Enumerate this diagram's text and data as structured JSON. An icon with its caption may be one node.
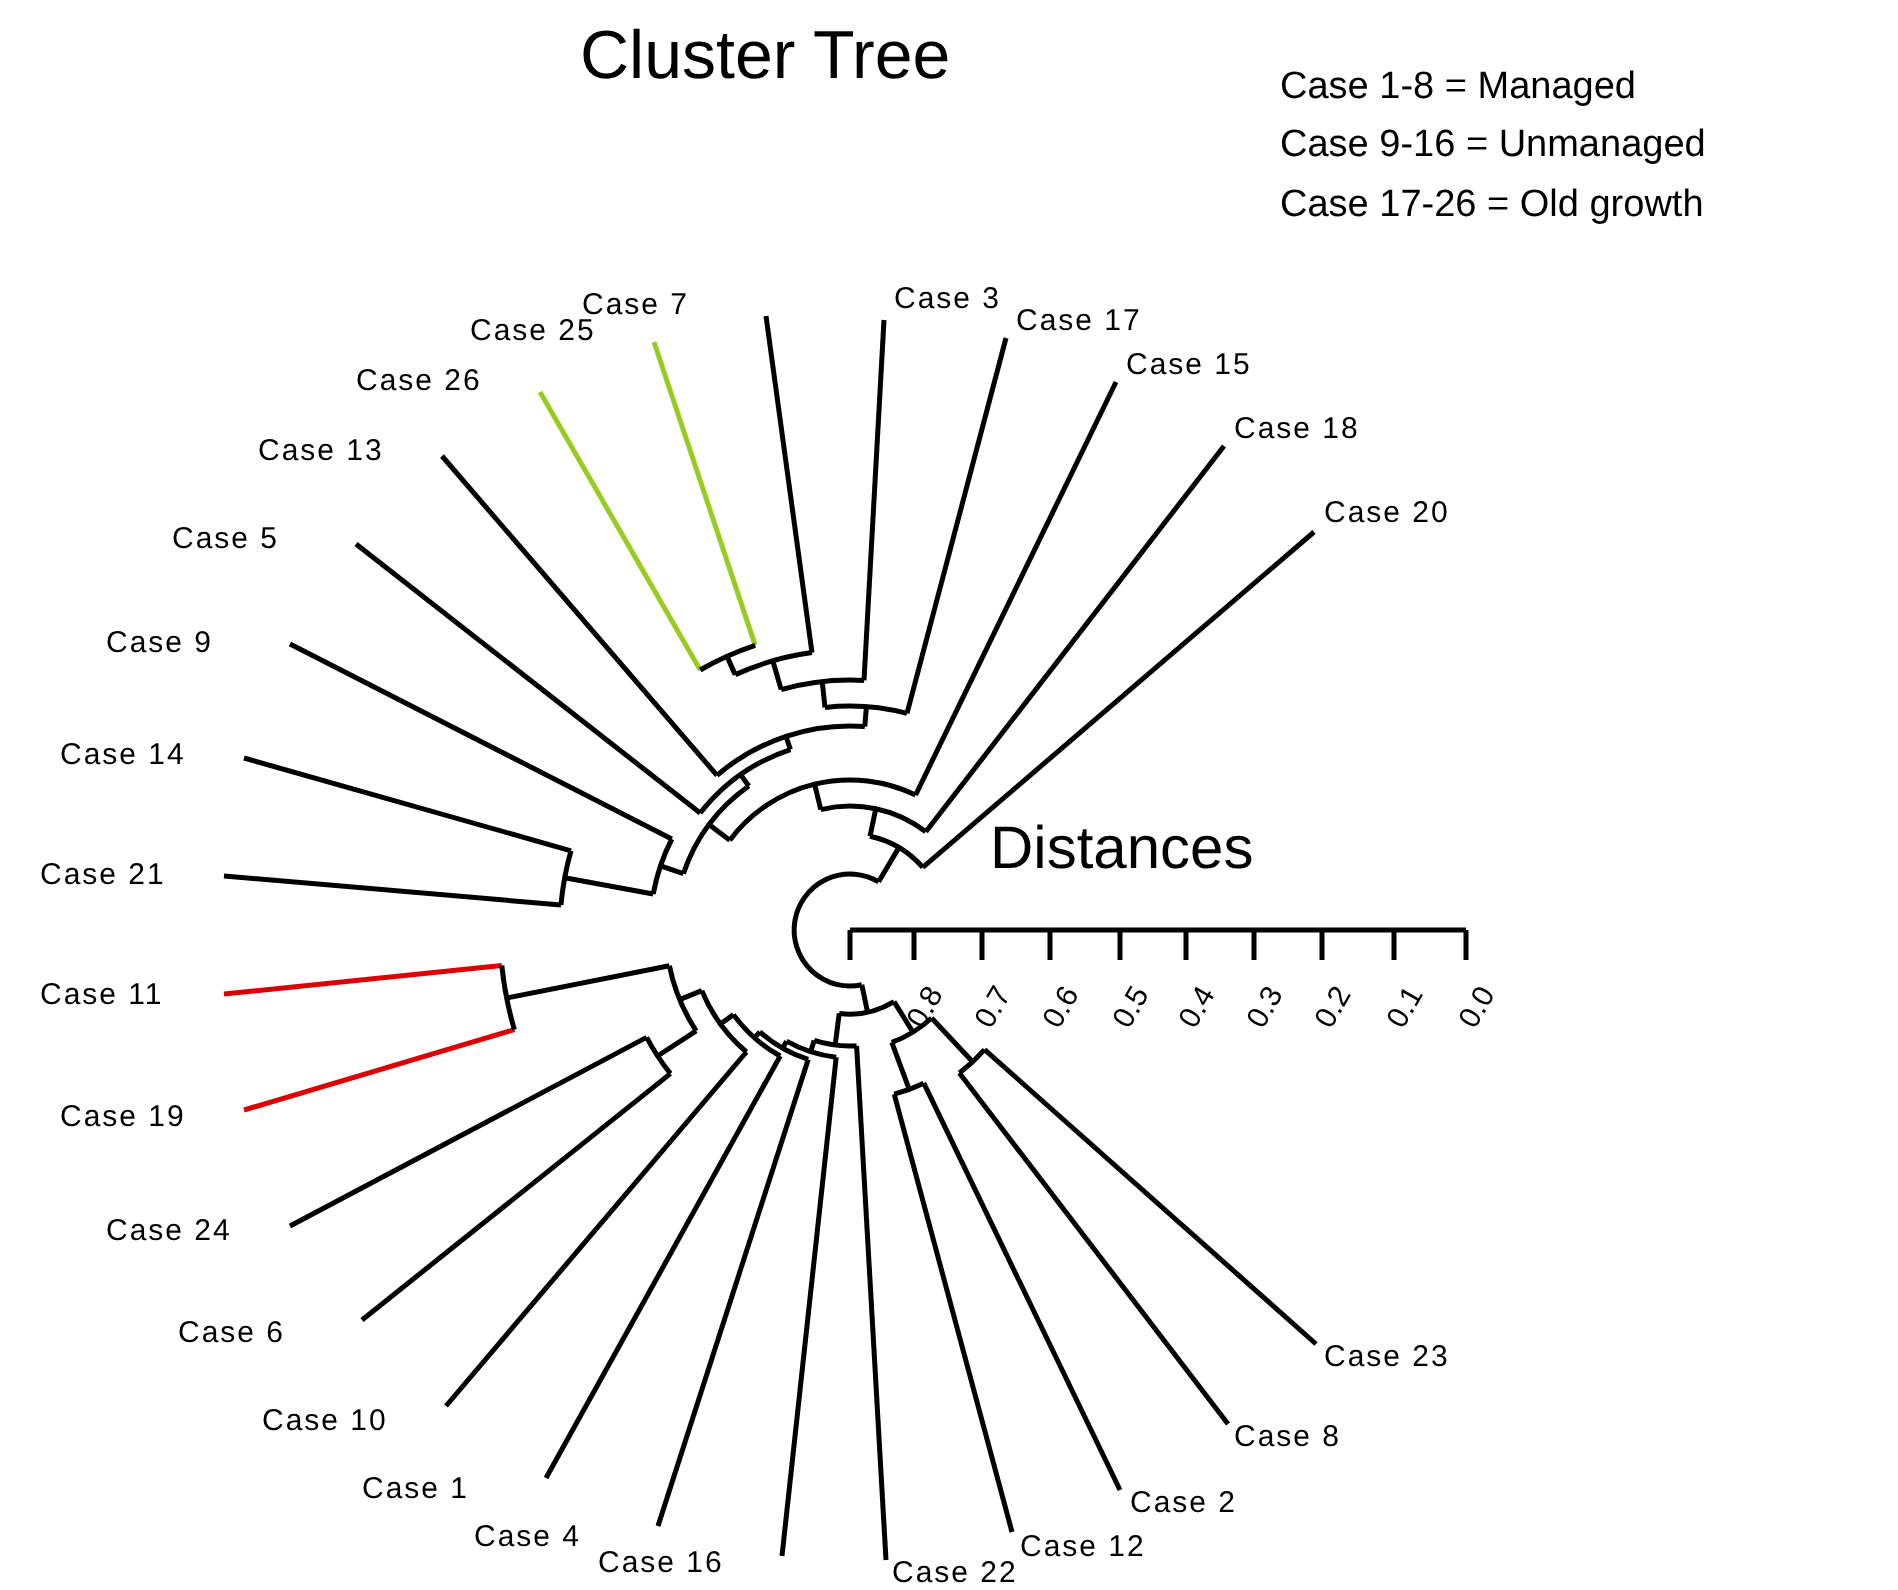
{
  "diagram": {
    "title": "Cluster Tree",
    "labels": [
      "Case 1-8 = Managed",
      "Case 9-16 = Unmanaged",
      "Case 17-26 = Old growth",
      "Case 7",
      "Case 3",
      "Case 17",
      "Case 25",
      "Case 15",
      "Case 26",
      "Case 18",
      "Case 13",
      "Case 20",
      "Case 5",
      "Case 9",
      "Case 14",
      "Distances",
      "Case 21",
      "0.8",
      "0.7",
      "0.6",
      "0.5",
      "0.4",
      "0.3",
      "0.2",
      "0.1",
      "0.0",
      "Case 11",
      "Case 19",
      "Case 24",
      "Case 6",
      "Case 23",
      "Case 10",
      "Case 8",
      "Case 1",
      "Case 2",
      "Case 4",
      "Case 12",
      "Case 16",
      "Case 22"
    ]
  }
}
